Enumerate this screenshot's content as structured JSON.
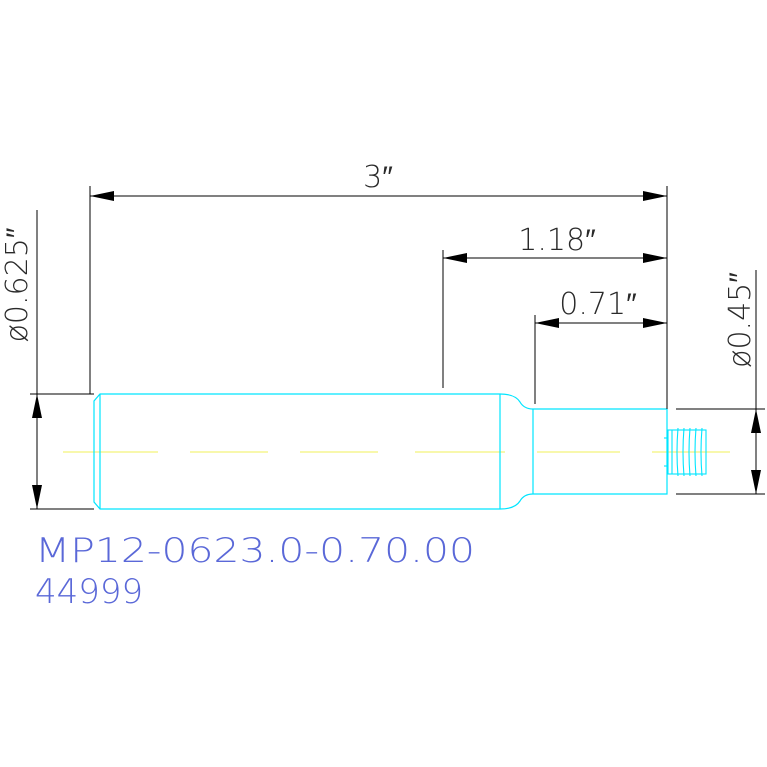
{
  "dimensions": {
    "overall_length": "3″",
    "length_1": "1.18″",
    "length_2": "0.71″",
    "major_diameter": "ø0.625″",
    "minor_diameter": "ø0.45″"
  },
  "part": {
    "number": "MP12-0623.0-0.70.00",
    "id": "44999"
  },
  "colors": {
    "background": "#ffffff",
    "dimension_lines": "#000000",
    "part_outline": "#00e5ff",
    "centerline": "#f2f25a",
    "part_label": "#5a68d8"
  }
}
